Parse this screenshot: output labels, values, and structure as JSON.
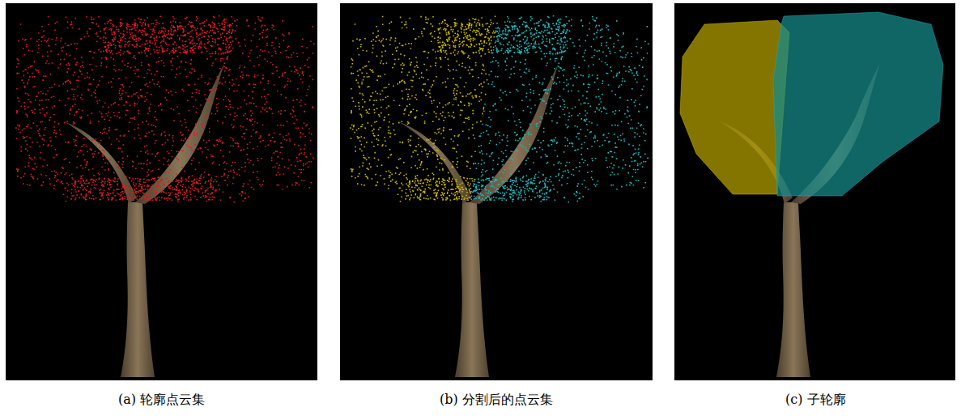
{
  "diagram": {
    "labels": [
      "(a) 轮廓点云集",
      "(b) 分割后的点云集",
      "(c) 子轮廓"
    ]
  }
}
